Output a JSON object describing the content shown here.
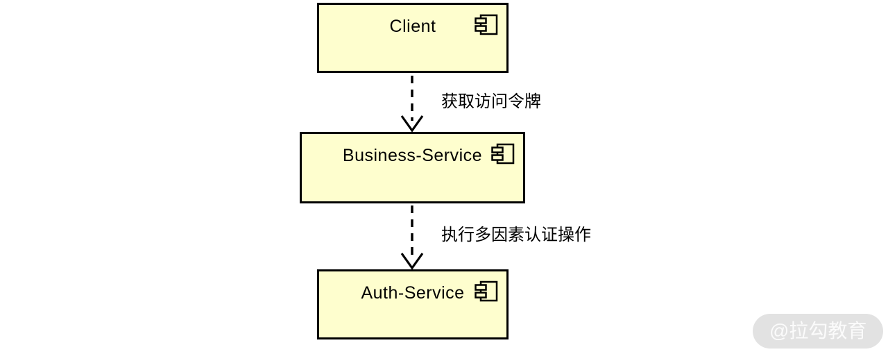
{
  "diagram": {
    "type": "uml-component-diagram",
    "components": [
      {
        "id": "client",
        "label": "Client",
        "icon": "uml-component-icon"
      },
      {
        "id": "business-service",
        "label": "Business-Service",
        "icon": "uml-component-icon"
      },
      {
        "id": "auth-service",
        "label": "Auth-Service",
        "icon": "uml-component-icon"
      }
    ],
    "connections": [
      {
        "from": "Client",
        "to": "Business-Service",
        "label": "获取访问令牌",
        "line_style": "dashed",
        "arrowhead": "open-vee-down"
      },
      {
        "from": "Business-Service",
        "to": "Auth-Service",
        "label": "执行多因素认证操作",
        "line_style": "dashed",
        "arrowhead": "open-vee-down"
      }
    ],
    "colors": {
      "component_fill": "#FEFECE",
      "component_border": "#000000",
      "text": "#000000",
      "background": "#FFFFFF",
      "watermark_bg": "#E2E2E2",
      "watermark_text": "#FBFBFB"
    }
  },
  "watermark": {
    "label": "@拉勾教育"
  }
}
